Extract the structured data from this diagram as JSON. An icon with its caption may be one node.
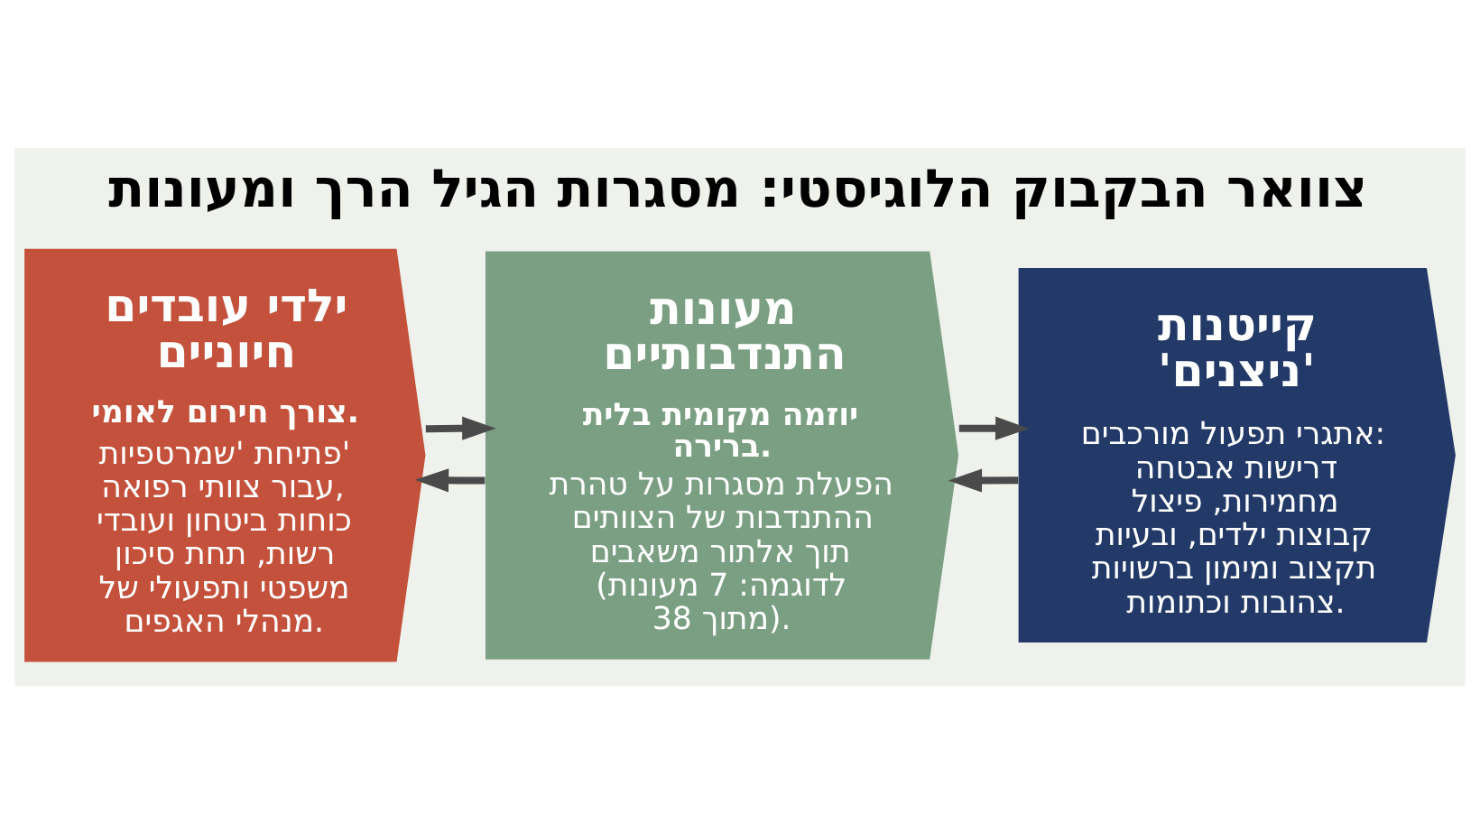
{
  "diagram": {
    "title": "צוואר הבקבוק הלוגיסטי: מסגרות הגיל הרך ומעונות",
    "nodes": [
      {
        "text": [
          "קייטנות 'ניצנים'",
          "אתגרי תפעול מורכבים: דרישות אבטחה מחמירות, פיצול קבוצות ילדים, ובעיות תקצוב ומימון ברשויות צהובות וכתומות."
        ]
      },
      {
        "text": [
          "מעונות התנדבותיים",
          "יוזמה מקומית בלית ברירה.",
          "הפעלת מסגרות על טהרת ההתנדבות של הצוותים תוך אלתור משאבים (לדוגמה: 7 מעונות מתוך 38)."
        ]
      },
      {
        "text": [
          "ילדי עובדים חיוניים",
          "צורך חירום לאומי.",
          "פתיחת 'שמרטפיות' עבור צוותי רפואה, כוחות ביטחון ועובדי רשות, תחת סיכון משפטי ותפעולי של מנהלי האגפים."
        ]
      }
    ],
    "edges": [
      {
        "from": 1,
        "to": 0,
        "arrow": "to"
      },
      {
        "from": 2,
        "to": 1,
        "arrow": "to"
      },
      {
        "from": 0,
        "to": 1,
        "arrow": "to"
      },
      {
        "from": 1,
        "to": 2,
        "arrow": "to"
      }
    ]
  }
}
